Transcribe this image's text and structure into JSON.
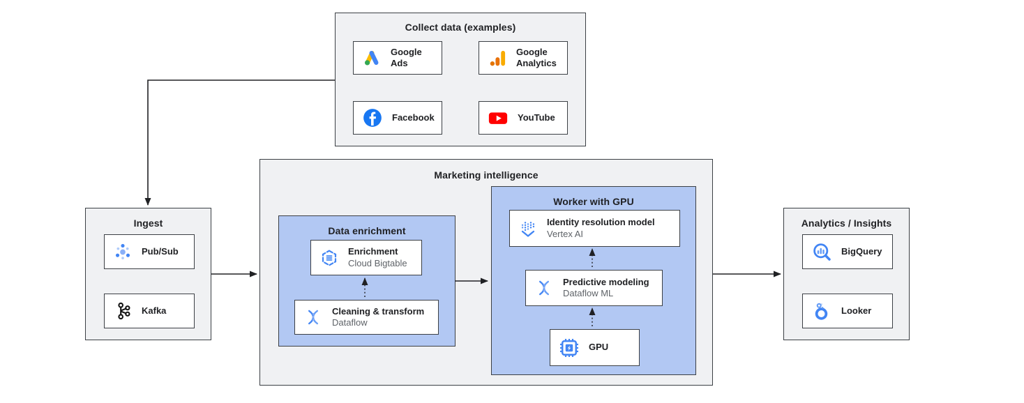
{
  "colors": {
    "canvas_bg": "#ffffff",
    "group_bg": "#f0f1f3",
    "zone_bg": "#b2c8f3",
    "card_bg": "#ffffff",
    "border": "#3b3f44",
    "arrow": "#202124",
    "text_primary": "#202124",
    "text_secondary": "#5f6368",
    "google_blue": "#4285f4",
    "google_blue_light": "#669df6",
    "google_yellow": "#fbbc04",
    "google_green": "#34a853",
    "analytics_orange": "#e37400",
    "analytics_amber": "#f9ab00",
    "facebook_blue": "#1877f2",
    "youtube_red": "#ff0000",
    "kafka_black": "#141414"
  },
  "collect": {
    "title": "Collect data (examples)",
    "cards": {
      "google_ads": {
        "line1": "Google",
        "line2": "Ads"
      },
      "google_analytics": {
        "line1": "Google",
        "line2": "Analytics"
      },
      "facebook": {
        "label": "Facebook"
      },
      "youtube": {
        "label": "YouTube"
      }
    }
  },
  "ingest": {
    "title": "Ingest",
    "cards": {
      "pubsub": {
        "label": "Pub/Sub"
      },
      "kafka": {
        "label": "Kafka"
      }
    }
  },
  "marketing": {
    "title": "Marketing intelligence",
    "data_enrichment": {
      "title": "Data enrichment",
      "cards": {
        "enrichment": {
          "title": "Enrichment",
          "subtitle": "Cloud Bigtable"
        },
        "cleaning": {
          "title": "Cleaning & transform",
          "subtitle": "Dataflow"
        }
      }
    },
    "worker": {
      "title": "Worker with GPU",
      "cards": {
        "identity": {
          "title": "Identity resolution model",
          "subtitle": "Vertex AI"
        },
        "predictive": {
          "title": "Predictive modeling",
          "subtitle": "Dataflow ML"
        },
        "gpu": {
          "label": "GPU"
        }
      }
    }
  },
  "analytics": {
    "title": "Analytics / Insights",
    "cards": {
      "bigquery": {
        "label": "BigQuery"
      },
      "looker": {
        "label": "Looker"
      }
    }
  }
}
